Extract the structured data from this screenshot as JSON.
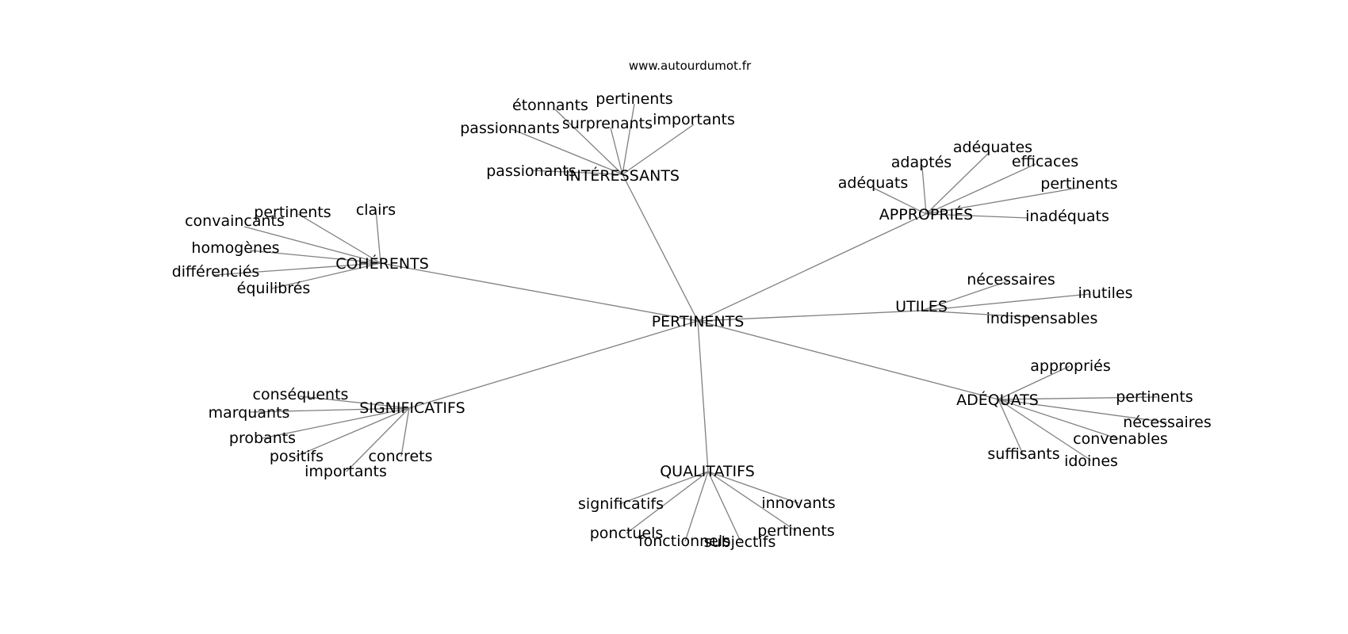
{
  "credit": "www.autourdumot.fr",
  "center": "PERTINENTS",
  "clusters": [
    {
      "label": "INTÉRESSANTS",
      "words": [
        "étonnants",
        "pertinents",
        "importants",
        "surprenants",
        "passionnants",
        "passionants"
      ]
    },
    {
      "label": "APPROPRIÉS",
      "words": [
        "adéquates",
        "adaptés",
        "efficaces",
        "adéquats",
        "pertinents",
        "inadéquats"
      ]
    },
    {
      "label": "COHÉRENTS",
      "words": [
        "clairs",
        "pertinents",
        "convaincants",
        "homogènes",
        "différenciés",
        "équilibrés"
      ]
    },
    {
      "label": "UTILES",
      "words": [
        "nécessaires",
        "inutiles",
        "indispensables"
      ]
    },
    {
      "label": "SIGNIFICATIFS",
      "words": [
        "conséquents",
        "marquants",
        "probants",
        "positifs",
        "concrets",
        "importants"
      ]
    },
    {
      "label": "ADÉQUATS",
      "words": [
        "appropriés",
        "pertinents",
        "nécessaires",
        "convenables",
        "suffisants",
        "idoines"
      ]
    },
    {
      "label": "QUALITATIFS",
      "words": [
        "significatifs",
        "innovants",
        "ponctuels",
        "pertinents",
        "fonctionnels",
        "subjectifs"
      ]
    }
  ]
}
